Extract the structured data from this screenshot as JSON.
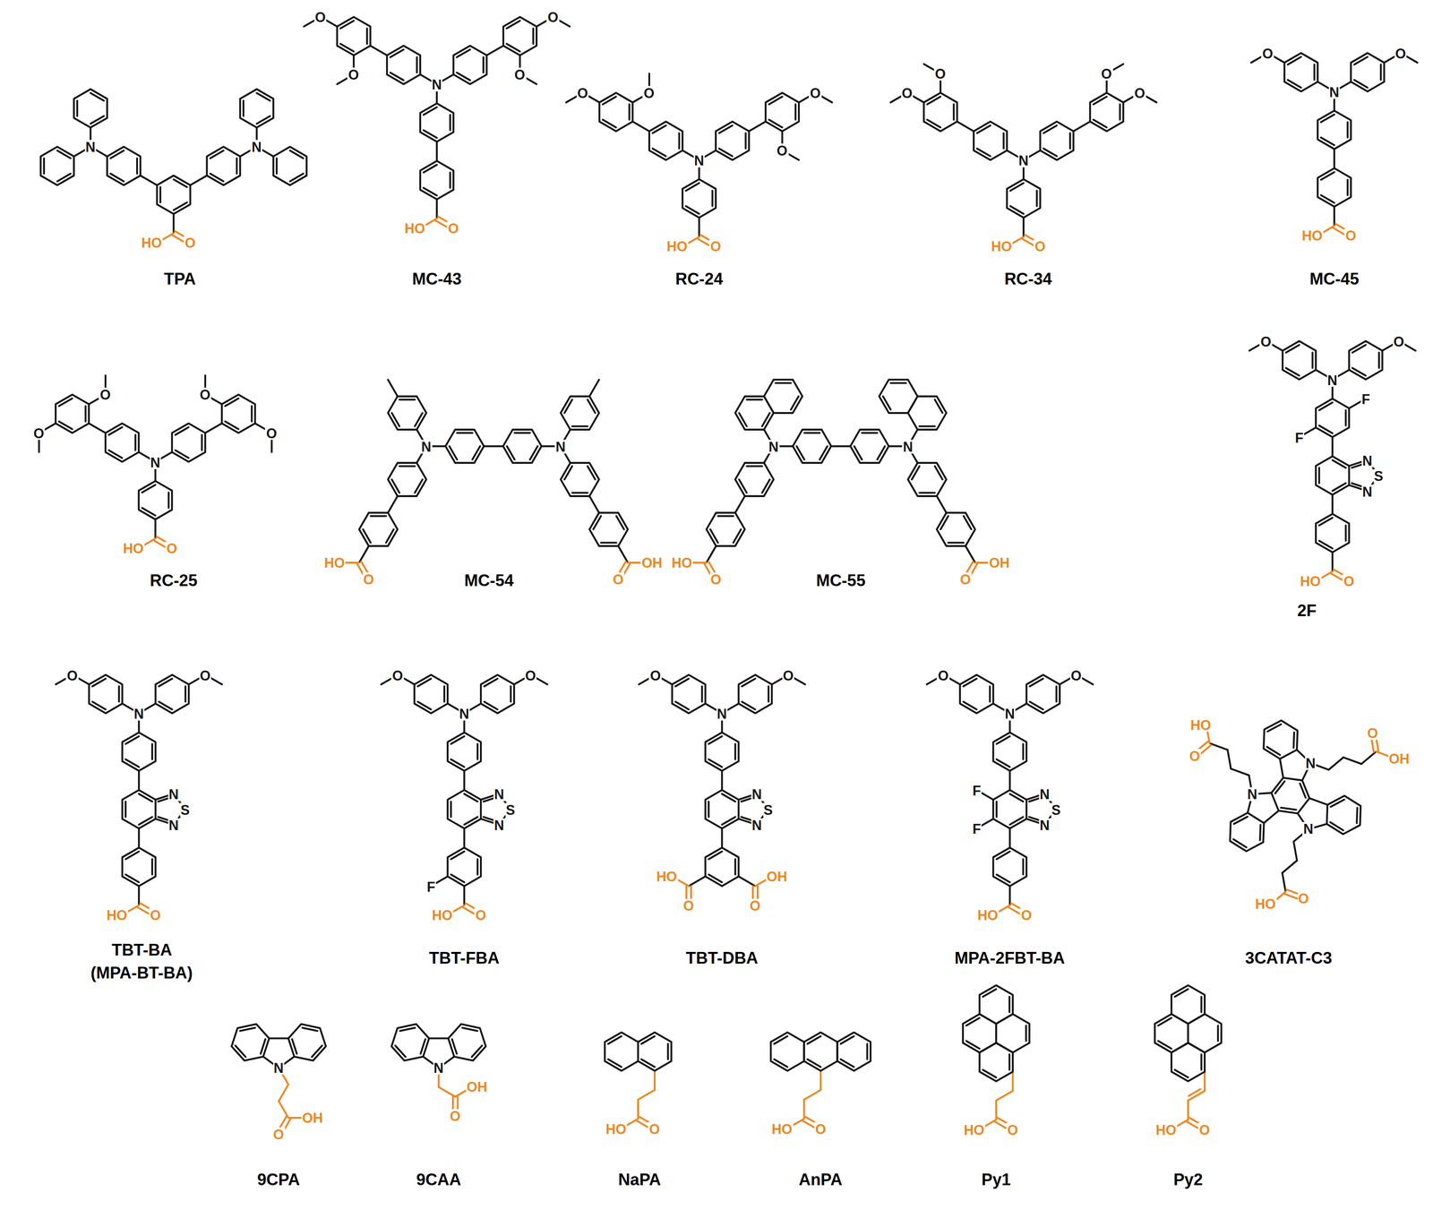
{
  "diagram": {
    "labels": [
      "N",
      "N",
      "HO",
      "O",
      "TPA",
      "N",
      "O",
      "O",
      "O",
      "O",
      "HO",
      "O",
      "MC-43",
      "N",
      "O",
      "O",
      "O",
      "O",
      "HO",
      "O",
      "RC-24",
      "N",
      "O",
      "O",
      "O",
      "O",
      "HO",
      "O",
      "RC-34",
      "N",
      "O",
      "O",
      "HO",
      "O",
      "MC-45",
      "N",
      "O",
      "O",
      "O",
      "O",
      "HO",
      "O",
      "RC-25",
      "N",
      "N",
      "HO",
      "O",
      "OH",
      "O",
      "MC-54",
      "N",
      "N",
      "HO",
      "O",
      "OH",
      "O",
      "MC-55",
      "N",
      "O",
      "O",
      "F",
      "F",
      "N",
      "S",
      "N",
      "HO",
      "O",
      "2F",
      "N",
      "O",
      "O",
      "N",
      "S",
      "N",
      "HO",
      "O",
      "TBT-BA (MPA-BT-BA)",
      "N",
      "O",
      "O",
      "N",
      "S",
      "N",
      "F",
      "HO",
      "O",
      "TBT-FBA",
      "N",
      "O",
      "O",
      "N",
      "S",
      "N",
      "HO",
      "O",
      "OH",
      "O",
      "TBT-DBA",
      "N",
      "O",
      "O",
      "N",
      "S",
      "N",
      "F",
      "F",
      "HO",
      "O",
      "MPA-2FBT-BA",
      "N",
      "HO",
      "O",
      "N",
      "OH",
      "O",
      "N",
      "HO",
      "O",
      "3CATAT-C3",
      "N",
      "OH",
      "O",
      "9CPA",
      "N",
      "OH",
      "O",
      "9CAA",
      "HO",
      "O",
      "NaPA",
      "HO",
      "O",
      "AnPA",
      "HO",
      "O",
      "Py1",
      "HO",
      "O",
      "Py2"
    ]
  }
}
